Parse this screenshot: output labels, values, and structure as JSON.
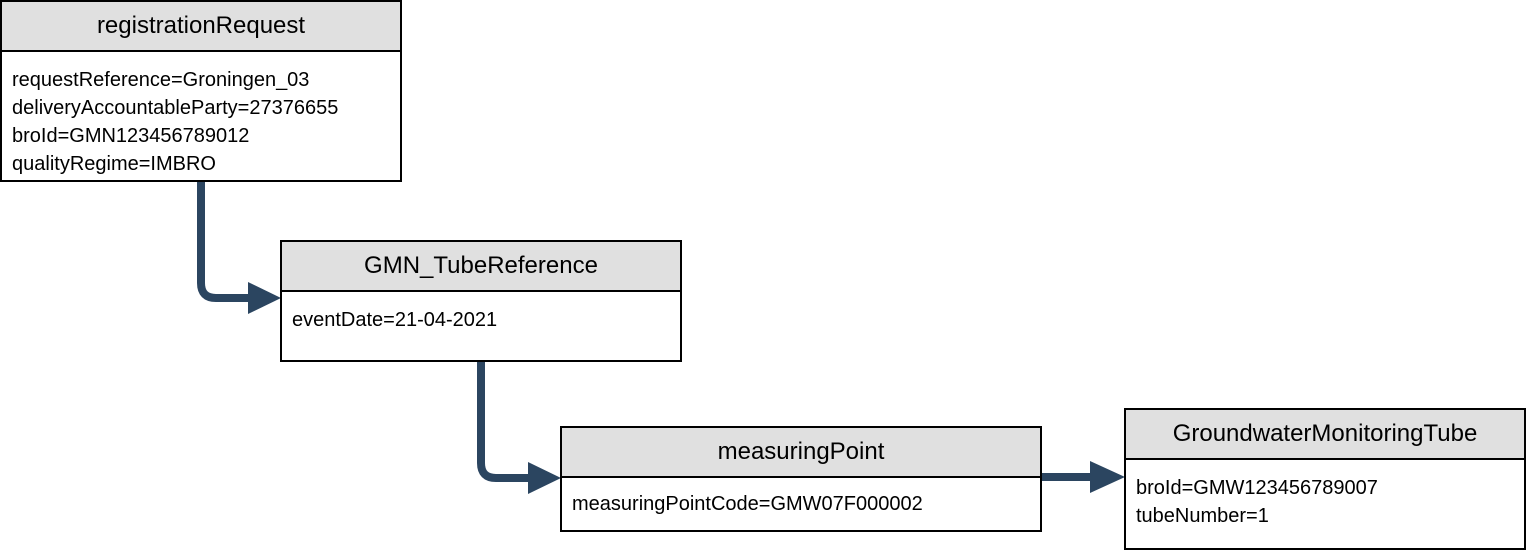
{
  "diagram": {
    "connector_color": "#2b4560",
    "header_fill": "#e0e0e0",
    "nodes": [
      {
        "id": "registrationRequest",
        "title": "registrationRequest",
        "attributes": [
          "requestReference=Groningen_03",
          "deliveryAccountableParty=27376655",
          "broId=GMN123456789012",
          "qualityRegime=IMBRO"
        ]
      },
      {
        "id": "GMN_TubeReference",
        "title": "GMN_TubeReference",
        "attributes": [
          "eventDate=21-04-2021"
        ]
      },
      {
        "id": "measuringPoint",
        "title": "measuringPoint",
        "attributes": [
          "measuringPointCode=GMW07F000002"
        ]
      },
      {
        "id": "GroundwaterMonitoringTube",
        "title": "GroundwaterMonitoringTube",
        "attributes": [
          "broId=GMW123456789007",
          "tubeNumber=1"
        ]
      }
    ],
    "edges": [
      {
        "from": "registrationRequest",
        "to": "GMN_TubeReference"
      },
      {
        "from": "GMN_TubeReference",
        "to": "measuringPoint"
      },
      {
        "from": "measuringPoint",
        "to": "GroundwaterMonitoringTube"
      }
    ]
  }
}
